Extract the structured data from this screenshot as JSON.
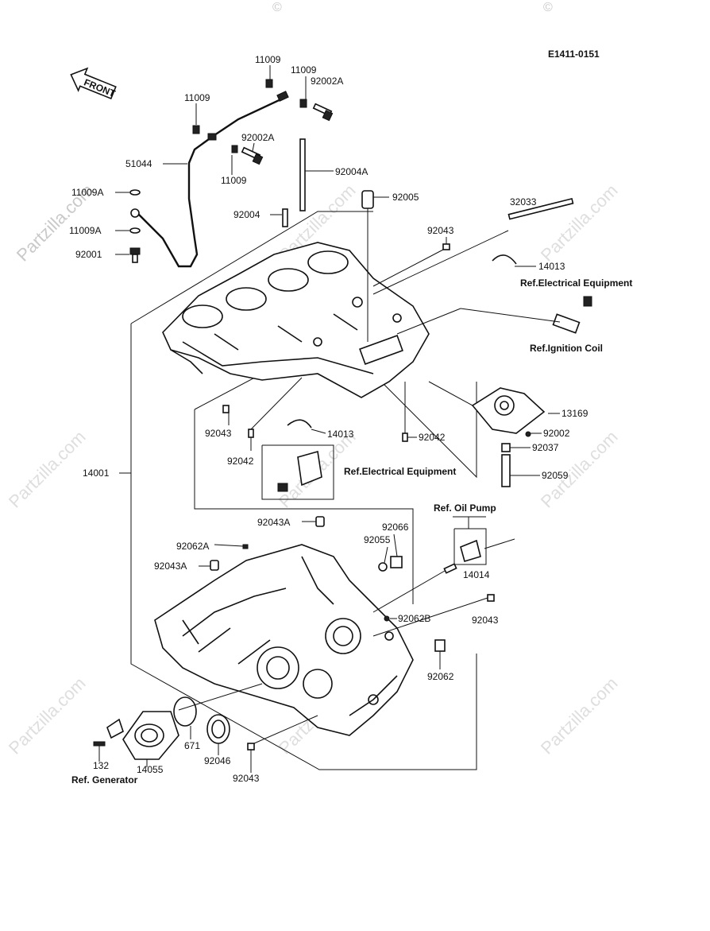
{
  "diagram_code": "E1411-0151",
  "front_label": "FRONT",
  "watermark": {
    "text": "Partzilla.com",
    "copyright": "©"
  },
  "parts": {
    "p11009_a": "11009",
    "p11009_b": "11009",
    "p11009_c": "11009",
    "p11009_d": "11009",
    "p92002A_a": "92002A",
    "p92002A_b": "92002A",
    "p51044": "51044",
    "p11009A_a": "11009A",
    "p11009A_b": "11009A",
    "p92001": "92001",
    "p92004A": "92004A",
    "p92004": "92004",
    "p92005": "92005",
    "p92043_a": "92043",
    "p32033": "32033",
    "p14013_a": "14013",
    "p14013_b": "14013",
    "p13169": "13169",
    "p92002": "92002",
    "p92037": "92037",
    "p92059": "92059",
    "p92043_b": "92043",
    "p92042_a": "92042",
    "p92042_b": "92042",
    "p14001": "14001",
    "p92043A_a": "92043A",
    "p92043A_b": "92043A",
    "p92062A": "92062A",
    "p92066": "92066",
    "p92055": "92055",
    "p14014": "14014",
    "p92062B": "92062B",
    "p92043_c": "92043",
    "p92062": "92062",
    "p132": "132",
    "p14055": "14055",
    "p671": "671",
    "p92046": "92046",
    "p92043_d": "92043"
  },
  "references": {
    "elec_equip_a": "Ref.Electrical Equipment",
    "ignition_coil": "Ref.Ignition Coil",
    "elec_equip_b": "Ref.Electrical Equipment",
    "oil_pump": "Ref. Oil Pump",
    "generator": "Ref. Generator"
  }
}
